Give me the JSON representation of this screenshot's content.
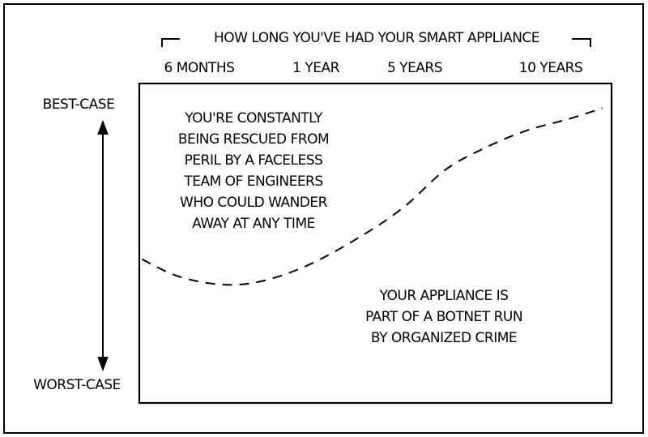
{
  "chart_data": {
    "type": "line",
    "title": "",
    "xlabel": "How long you've had your smart appliance",
    "ylabel": "",
    "x_ticks": [
      {
        "label": "6 months",
        "value": 0.5
      },
      {
        "label": "1 year",
        "value": 1
      },
      {
        "label": "5 years",
        "value": 5
      },
      {
        "label": "10 years",
        "value": 10
      }
    ],
    "y_ends": {
      "top": "Best-case",
      "bottom": "Worst-case"
    },
    "ylim": [
      0,
      1
    ],
    "grid": false,
    "line_style": "dashed",
    "series": [
      {
        "x_years": [
          0.26,
          0.41,
          0.59,
          0.76,
          0.97,
          2.97,
          4.61,
          6.13,
          7.62,
          9.11,
          10.6,
          11.9
        ],
        "y": [
          0.45,
          0.39,
          0.36,
          0.37,
          0.43,
          0.54,
          0.64,
          0.77,
          0.85,
          0.91,
          0.95,
          0.99
        ]
      }
    ],
    "annotations": [
      {
        "text": [
          "You're constantly",
          "being rescued from",
          "peril by a faceless",
          "team of engineers",
          "who could wander",
          "away at any time"
        ],
        "region": "above-curve"
      },
      {
        "text": [
          "Your appliance is",
          "part of a botnet run",
          "by organized crime"
        ],
        "region": "below-curve"
      }
    ],
    "colors": {
      "ink": "#000000",
      "background": "#ffffff"
    }
  }
}
